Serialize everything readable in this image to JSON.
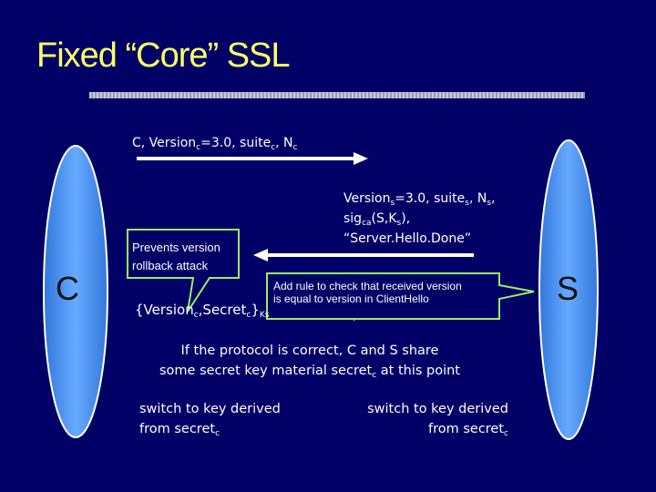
{
  "title": "Fixed “Core” SSL",
  "parties": {
    "client": "C",
    "server": "S"
  },
  "msg1": {
    "text": "C, Version",
    "sub1": "c",
    "mid1": "=3.0, suite",
    "sub2": "c",
    "mid2": ", N",
    "sub3": "c"
  },
  "msg2": {
    "line1": {
      "a": "Version",
      "sub1": "s",
      "b": "=3.0, suite",
      "sub2": "s",
      "c": ", N",
      "sub3": "s",
      "d": ","
    },
    "line2": {
      "a": "sig",
      "sub1": "ca",
      "b": "(S,K",
      "sub2": "s",
      "c": "),",
      "sub3": "",
      "d": ""
    },
    "line3": "“Server.Hello.Done”"
  },
  "msg3": {
    "a": "{Version",
    "sub1": "c",
    "b": ",Secret",
    "sub2": "c",
    "c": "}",
    "sub3": "Ks"
  },
  "callout_rollback": {
    "line1": "Prevents version",
    "line2": "rollback attack"
  },
  "callout_rule": {
    "line1": "Add rule to check that received version",
    "line2": "is equal to version in ClientHello"
  },
  "shared": {
    "line1": "If the protocol is correct, C and S share",
    "line2a": "some secret key material secret",
    "line2sub": "c",
    "line2b": " at this point"
  },
  "switch_left": {
    "line1": "switch to key derived",
    "line2a": "from secret",
    "line2sub": "c"
  },
  "switch_right": {
    "line1": "switch to key derived",
    "line2a": "from secret",
    "line2sub": "c"
  },
  "colors": {
    "background": "#000066",
    "title": "#ffff66",
    "ellipse": "#5599ee",
    "callout_border": "#99ee66"
  }
}
